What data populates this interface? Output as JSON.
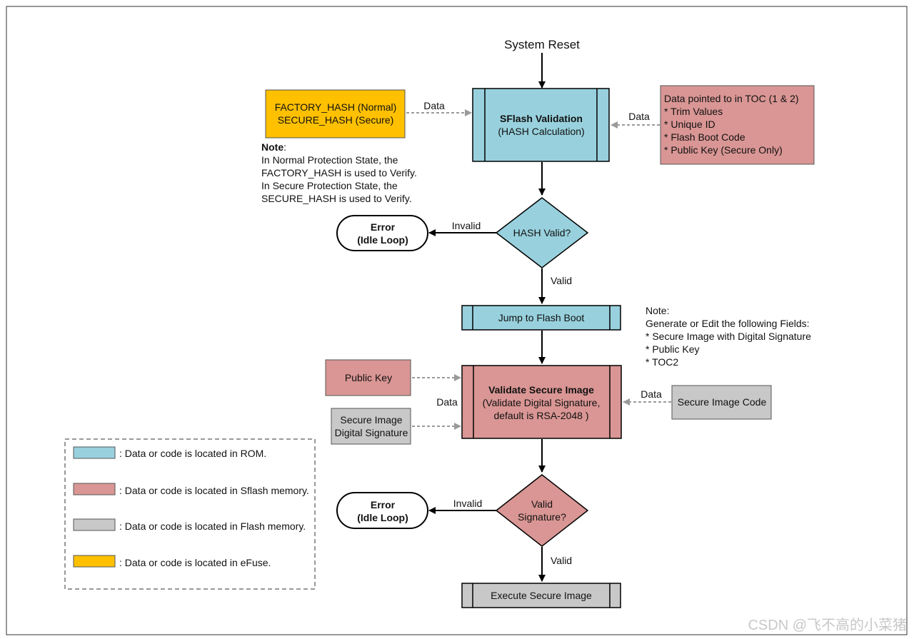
{
  "title": "System Reset",
  "colors": {
    "rom": "#98d1dd",
    "sflash": "#d99694",
    "flash": "#c8c8c8",
    "efuse": "#ffc000",
    "arrow": "#000000",
    "data_arrow": "#9a9a9a"
  },
  "sflash_validation": {
    "title": "SFlash Validation",
    "subtitle": "(HASH Calculation)"
  },
  "efuse_hash": {
    "line1": "FACTORY_HASH (Normal)",
    "line2": "SECURE_HASH (Secure)"
  },
  "labels": {
    "data": "Data",
    "invalid": "Invalid",
    "valid": "Valid"
  },
  "toc_data": {
    "title": "Data pointed to in TOC (1 & 2)",
    "items": [
      "* Trim Values",
      "* Unique ID",
      "* Flash Boot Code",
      "* Public Key (Secure Only)"
    ]
  },
  "note1": {
    "heading": "Note",
    "colon": ":",
    "lines": [
      "In Normal Protection State, the",
      "FACTORY_HASH is used to Verify.",
      "In Secure Protection State, the",
      "SECURE_HASH is used to Verify."
    ]
  },
  "hash_valid": "HASH Valid?",
  "error_box": {
    "line1": "Error",
    "line2": "(Idle Loop)"
  },
  "jump_flash_boot": "Jump to Flash Boot",
  "note2": {
    "lines": [
      "Note:",
      "Generate or Edit the following Fields:",
      "* Secure Image with Digital Signature",
      "* Public Key",
      "* TOC2"
    ]
  },
  "public_key": "Public Key",
  "secure_image_signature": {
    "line1": "Secure Image",
    "line2": "Digital Signature"
  },
  "validate_secure_image": {
    "title": "Validate Secure Image",
    "line2": "(Validate Digital Signature,",
    "line3": "default is RSA-2048 )"
  },
  "secure_image_code": "Secure Image Code",
  "valid_signature": {
    "line1": "Valid",
    "line2": "Signature?"
  },
  "execute_secure_image": "Execute Secure Image",
  "legend": [
    {
      "color_key": "rom",
      "text": ": Data or code is located in ROM."
    },
    {
      "color_key": "sflash",
      "text": ": Data or code is located in Sflash memory."
    },
    {
      "color_key": "flash",
      "text": ": Data or code is located in Flash memory."
    },
    {
      "color_key": "efuse",
      "text": ": Data or code is located in eFuse."
    }
  ],
  "watermark": "CSDN @飞不高的小菜猪"
}
